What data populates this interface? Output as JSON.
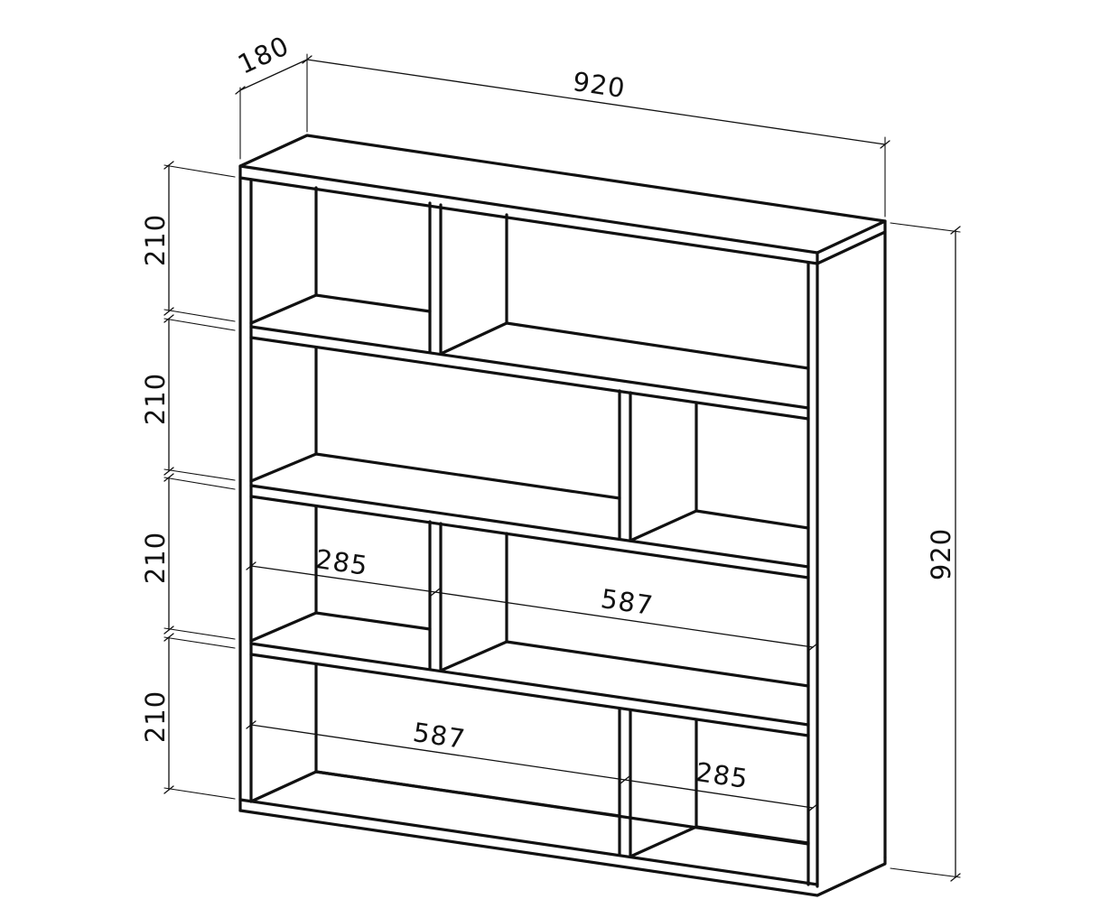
{
  "drawing": {
    "subject": "bookshelf",
    "line_color": "#111111",
    "background": "#ffffff"
  },
  "dimensions": {
    "depth": "180",
    "width_top": "920",
    "height_right": "920",
    "row_heights": [
      "210",
      "210",
      "210",
      "210"
    ],
    "row3_left": "285",
    "row3_right": "587",
    "row4_left": "587",
    "row4_right": "285"
  }
}
